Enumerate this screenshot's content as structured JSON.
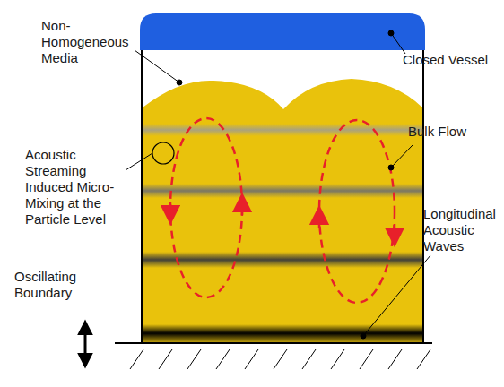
{
  "diagram": {
    "labels": [
      "Closed Vessel",
      "Non-Homogeneous Media",
      "Bulk Flow",
      "Acoustic Streaming Induced Micro-Mixing at the Particle Level",
      "Longitudinal Acoustic Waves",
      "Oscillating Boundary"
    ]
  }
}
